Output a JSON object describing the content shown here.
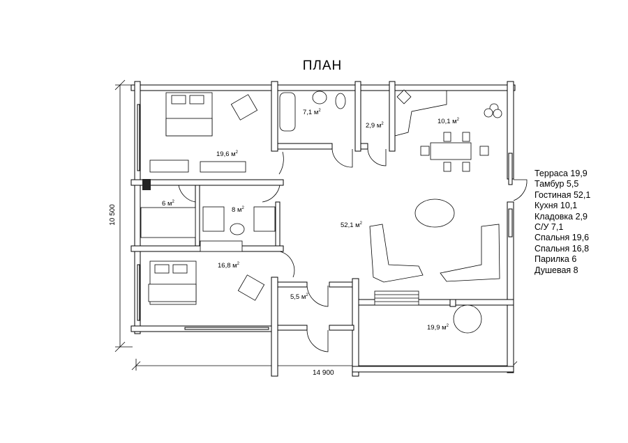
{
  "title": "ПЛАН",
  "dimensions": {
    "width": "14 900",
    "height": "10 500"
  },
  "area_unit": "м",
  "area_unit_power": "2",
  "rooms": [
    {
      "id": "bathroom",
      "area": "7,1"
    },
    {
      "id": "pantry",
      "area": "2,9"
    },
    {
      "id": "kitchen",
      "area": "10,1"
    },
    {
      "id": "bedroom1",
      "area": "19,6"
    },
    {
      "id": "sauna",
      "area": "6"
    },
    {
      "id": "shower",
      "area": "8"
    },
    {
      "id": "living",
      "area": "52,1"
    },
    {
      "id": "bedroom2",
      "area": "16,8"
    },
    {
      "id": "vestibule",
      "area": "5,5"
    },
    {
      "id": "terrace",
      "area": "19,9"
    }
  ],
  "legend": [
    "Терраса 19,9",
    "Тамбур 5,5",
    "Гостиная 52,1",
    "Кухня 10,1",
    "Кладовка 2,9",
    "С/У 7,1",
    "Спальня 19,6",
    "Спальня 16,8",
    "Парилка 6",
    "Душевая 8"
  ]
}
